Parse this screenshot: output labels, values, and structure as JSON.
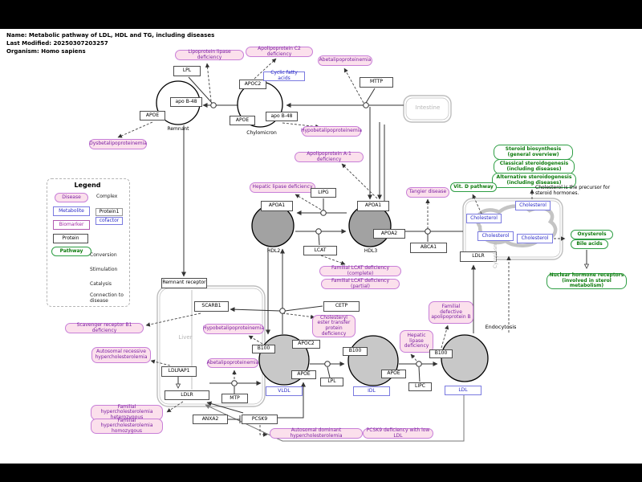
{
  "header": {
    "name_line": "Name: Metabolic pathway of LDL, HDL and TG, including diseases",
    "modified_line": "Last Modified: 20250307203257",
    "organism_line": "Organism: Homo sapiens"
  },
  "legend": {
    "title": "Legend",
    "disease": "Disease",
    "metabolite": "Metabolite",
    "biomarker": "Biomarker",
    "protein": "Protein",
    "pathway": "Pathway",
    "complex": "Complex",
    "protein1": "Protein1",
    "cofactor": "cofactor",
    "conversion": "Conversion",
    "stimulation": "Stimulation",
    "catalysis": "Catalysis",
    "connection": "Connection to disease"
  },
  "proteins": {
    "lpl": "LPL",
    "apoc2": "APOC2",
    "mttp": "MTTP",
    "apob48": "apo B-48",
    "apoe": "APOE",
    "apoa1": "APOA1",
    "apoa2": "APOA2",
    "lipg": "LIPG",
    "lcat": "LCAT",
    "abca1": "ABCA1",
    "cetp": "CETP",
    "remnant_receptor": "Remnant receptor",
    "scarb1": "SCARB1",
    "ldlrap1": "LDLRAP1",
    "ldlr": "LDLR",
    "mtp": "MTP",
    "anxa2": "ANXA2",
    "pcsk9": "PCSK9",
    "b100": "B100",
    "lipc": "LIPC"
  },
  "metabolites": {
    "cyclic_fatty_acids": "Cyclic fatty acids",
    "cholesterol": "Cholesterol",
    "vldl": "VLDL",
    "idl": "IDL",
    "ldl": "LDL"
  },
  "diseases": {
    "lipoprotein_lipase_deficiency": "Lipoprotein lipase deficiency",
    "apolipoprotein_c2_deficiency": "Apolipoprotein C2 deficiency",
    "abetalipoproteinemia": "Abetalipoproteinemia",
    "hypobetalipoproteinemia": "Hypobetalipoproteinemia",
    "dysbetalipoproteinemia": "Dysbetalipoproteinemia",
    "apolipoprotein_a1_deficiency": "Apolipoprotein A-1 deficiency",
    "hepatic_lipase_deficiency": "Hepatic lipase deficiency",
    "tangier_disease": "Tangier disease",
    "familial_lcat_deficiency_complete": "Familial LCAT deficiency (complete)",
    "familial_lcat_deficiency_partial": "Familial LCAT deficiency (partial)",
    "cetp_deficiency": "Cholesteryl ester transfer protein deficiency",
    "scavenger_receptor_b1_deficiency": "Scavenger receptor B1 deficiency",
    "autosomal_recessive_hypercholesterolemia": "Autosomal recessive hypercholesterolemia",
    "familial_hypercholesterolemia_heterozygous": "Familial hypercholesterolemia heterozygous",
    "familial_hypercholesterolemia_homozygous": "Familial hypercholesterolemia homozygous",
    "familial_defective_apolipoprotein_b": "Familial defective apolipoprotein B",
    "autosomal_dominant_hypercholesterolemia": "Autosomal dominant hypercholesterolemia",
    "pcsk9_deficiency_with_low_ldl": "PCSK9 deficiency with low LDL"
  },
  "pathways": {
    "steroid_biosynthesis": "Steroid biosynthesis (general overview)",
    "classical_steroidogenesis": "Classical steroidogenesis (including diseases)",
    "alternative_steroidogenesis": "Alternative steroidogenesis (including diseases)",
    "vit_d_pathway": "Vit. D pathway",
    "oxysterols": "Oxysterols",
    "bile_acids": "Bile acids",
    "nuclear_hormone_receptors": "Nuclear hormone receptors (involved in sterol metabolism)"
  },
  "labels": {
    "remnant": "Remnant",
    "chylomicron": "Chylomicron",
    "hdl2": "HDL2",
    "hdl3": "HDL3",
    "liver": "Liver",
    "intestine": "Intestine",
    "cytoplasm": "Cytoplasm",
    "endocytosis": "Endocytosis",
    "cholesterol_note": "Cholesterol is the precursor for steroid hormones."
  },
  "colors": {
    "disease_fill": "#fbe0ec",
    "disease_border": "#c87fd8",
    "disease_text": "#7b1fa2",
    "metabolite_text": "#2929c8",
    "pathway_text": "#0b7a0b",
    "biomarker_text": "#a326a3",
    "lipoprotein_gray": "#c8c8c8",
    "hdl_gray": "#a2a2a2"
  }
}
